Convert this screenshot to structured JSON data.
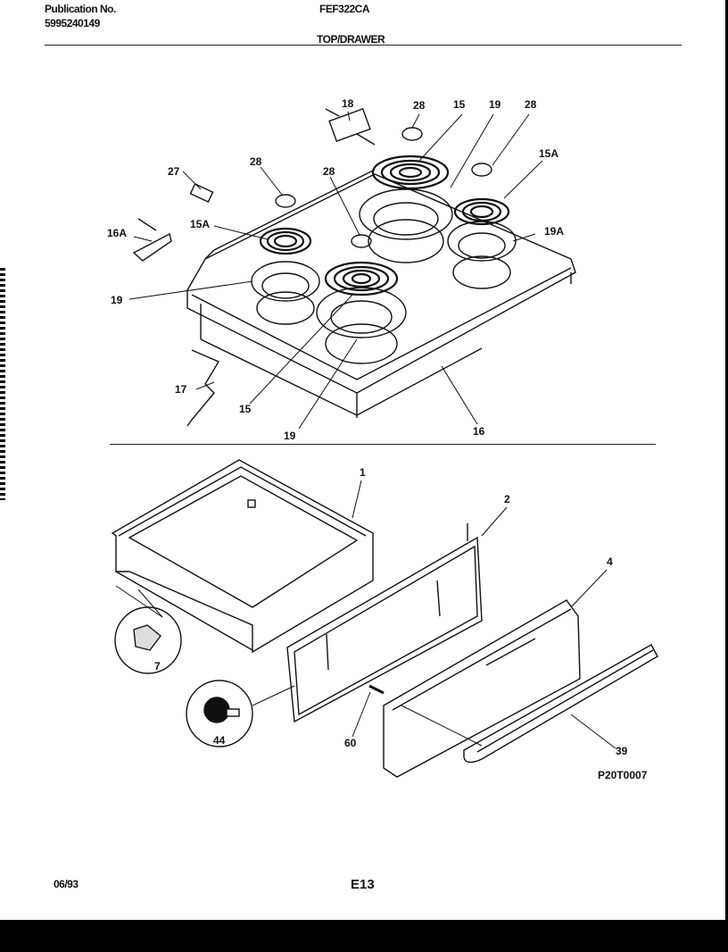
{
  "header": {
    "publication_label": "Publication No.",
    "publication_number": "5995240149",
    "model": "FEF322CA",
    "section_title": "TOP/DRAWER"
  },
  "top_section": {
    "callouts": {
      "c18": "18",
      "c28_top": "28",
      "c15_top": "15",
      "c19_top": "19",
      "c28_right": "28",
      "c15A_right": "15A",
      "c27": "27",
      "c28_left": "28",
      "c28_mid": "28",
      "c16A": "16A",
      "c15A_left": "15A",
      "c19A": "19A",
      "c19_left": "19",
      "c17": "17",
      "c15_bottom": "15",
      "c19_bottom": "19",
      "c16": "16"
    }
  },
  "bottom_section": {
    "callouts": {
      "c1": "1",
      "c2": "2",
      "c4": "4",
      "c7": "7",
      "c44": "44",
      "c60": "60",
      "c39": "39"
    },
    "figure_code": "P20T0007"
  },
  "footer": {
    "date": "06/93",
    "page": "E13"
  }
}
